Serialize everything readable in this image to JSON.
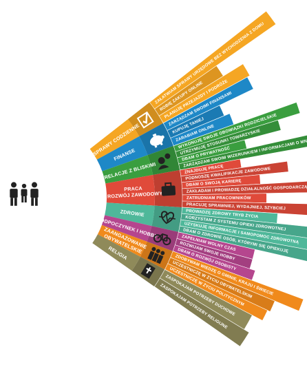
{
  "diagram": {
    "categories": [
      {
        "id": "daily",
        "label_lines": [
          "SPRAWY CODZIENNE"
        ],
        "color": "#F5A623",
        "icon": "checkbox-icon",
        "items": [
          "ZAŁATWIAM SPRAWY URZĘDOWE BEZ WYCHODZENIA Z DOMU",
          "ROBIĘ ZAKUPY ONLINE",
          "PLANUJĘ PRZEJAZDY I PODRÓŻE"
        ]
      },
      {
        "id": "finance",
        "label_lines": [
          "FINANSE"
        ],
        "color": "#1E88C7",
        "icon": "piggy-bank-icon",
        "items": [
          "ZARZĄDZAM SWOIMI FINANSAMI",
          "KUPUJĘ TANIEJ",
          "ZARABIAM ONLINE"
        ]
      },
      {
        "id": "relations",
        "label_lines": [
          "RELACJE Z BLISKIMI"
        ],
        "color": "#3A9E3F",
        "icon": "people-chat-icon",
        "items": [
          "WYKONUJĘ SWOJE OBOWIĄZKI RODZICIELSKIE",
          "UTRZYMUJĘ STOSUNKI TOWARZYSKIE",
          "DBAM O PRYWATNOŚĆ",
          "ZARZĄDZAM SWOIM WIZERUNKIEM I INFORMACJAMI O MNIE"
        ]
      },
      {
        "id": "work",
        "label_lines": [
          "PRACA",
          "I ROZWÓJ ZAWODOWY"
        ],
        "color": "#E04A3A",
        "icon": "briefcase-icon",
        "items": [
          "ZNAJDUJĘ PRACĘ",
          "PODNOSZĘ KWALIFIKACJE ZAWODOWE",
          "DBAM O SWOJĄ KARIERĘ",
          "ZAKŁADAM I PROWADZĘ DZIAŁALNOŚĆ GOSPODARCZĄ",
          "ZATRUDNIAM PRACOWNIKÓW",
          "PRACUJĘ SPRAWNIEJ, WYDAJNIEJ, SZYBCIEJ"
        ]
      },
      {
        "id": "health",
        "label_lines": [
          "ZDROWIE"
        ],
        "color": "#4FB89A",
        "icon": "heart-pulse-icon",
        "items": [
          "PROWADZĘ ZDROWY TRYB ŻYCIA",
          "KORZYSTAM Z SYSTEMU OPIEKI ZDROWOTNEJ",
          "UZYSKUJĘ INFORMACJE I SAMOPOMOC ZDROWOTNĄ",
          "DBAM O ZDROWIE OSÓB, KTÓRYMI SIĘ OPIEKUJĘ"
        ]
      },
      {
        "id": "leisure",
        "label_lines": [
          "ODPOCZYNEK I HOBBY"
        ],
        "color": "#B5468E",
        "icon": "bicycle-icon",
        "items": [
          "ZAPEŁNIAM WOLNY CZAS",
          "ROZWIJAM SWOJE HOBBY",
          "DBAM O ROZWÓJ OSOBISTY"
        ]
      },
      {
        "id": "civic",
        "label_lines": [
          "ZAANGAŻOWANIE",
          "OBYWATELSKIE"
        ],
        "color": "#F08A1C",
        "icon": "group-people-icon",
        "items": [
          "ZDOBYWAM WIEDZĘ O GMINIE, KRAJU I ŚWIECIE",
          "UCZESTNICZĘ W ŻYCIU OBYWATELSKIM",
          "UCZESTNICZĘ W ŻYCIU POLITYCZNYM"
        ]
      },
      {
        "id": "religion",
        "label_lines": [
          "RELIGIA"
        ],
        "color": "#8F8A5A",
        "icon": "bible-icon",
        "items": [
          "ZASPOKAJAM POTRZEBY DUCHOWE",
          "ZASPOKAJAM POTRZEBY RELIGIJNE"
        ]
      }
    ],
    "family_icon": "family-icon"
  }
}
